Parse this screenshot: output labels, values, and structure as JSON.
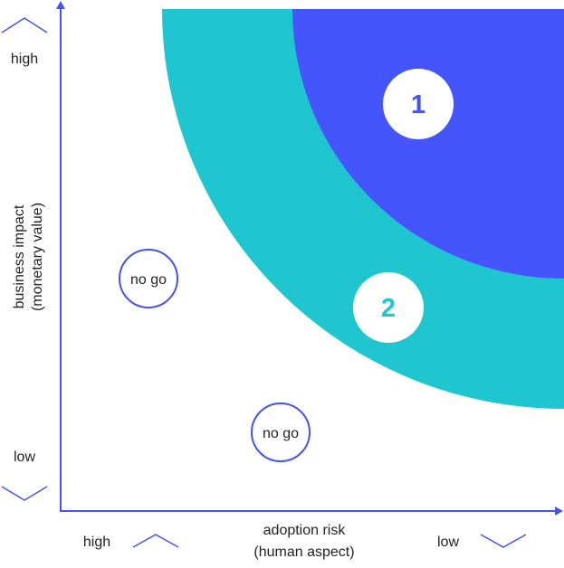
{
  "colors": {
    "axis": "#4453f4",
    "zone_1": "#4555fc",
    "zone_2": "#1fc6d0",
    "badge_bg": "#ffffff",
    "zone_1_number": "#4453f4",
    "zone_2_number": "#1fc6d0",
    "text": "#232323"
  },
  "y_axis": {
    "label_line1": "business impact",
    "label_line2": "(monetary value)",
    "high": "high",
    "low": "low"
  },
  "x_axis": {
    "label_line1": "adoption risk",
    "label_line2": "(human aspect)",
    "high": "high",
    "low": "low"
  },
  "zones": [
    {
      "id": "zone-1",
      "label": "1"
    },
    {
      "id": "zone-2",
      "label": "2"
    }
  ],
  "no_go_badges": [
    {
      "label": "no go"
    },
    {
      "label": "no go"
    }
  ]
}
